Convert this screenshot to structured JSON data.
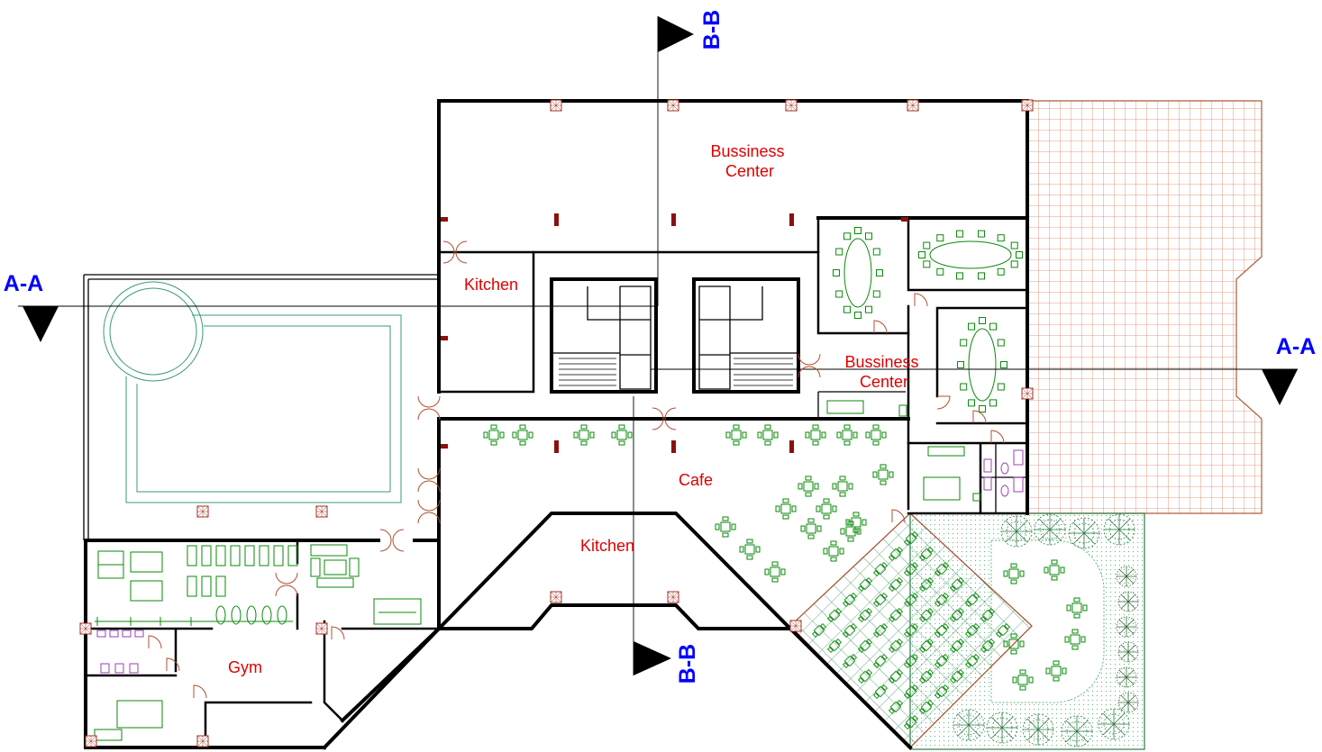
{
  "section_markers": {
    "bb_top": "B-B",
    "bb_bottom": "B-B",
    "aa_left": "A-A",
    "aa_right": "A-A"
  },
  "rooms": {
    "business_center_top": [
      "Bussiness",
      "Center"
    ],
    "kitchen_upper": "Kitchen",
    "business_center_right": [
      "Bussiness",
      "Center"
    ],
    "cafe": "Cafe",
    "kitchen_lower": "Kitchen",
    "gym": "Gym"
  },
  "colors": {
    "room_label": "#e00000",
    "section_label": "#0000ff",
    "walls": "#000000",
    "furniture": "#0a8a0a",
    "terrace_grid": "#d9825b",
    "plaza_grid": "#2e8b57",
    "garden": "#5fb67c",
    "pool": "#3a9a7a",
    "fixtures": "#9b3fb5",
    "columns": "#8b1010"
  }
}
